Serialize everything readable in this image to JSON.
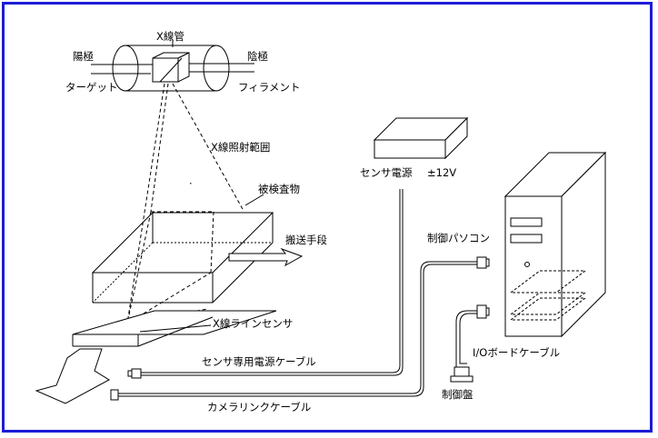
{
  "labels": {
    "xray_tube": "X線管",
    "anode": "陽極",
    "cathode": "陰極",
    "target": "ターゲット",
    "filament": "フィラメント",
    "irradiation_range": "X線照射範囲",
    "inspected_object": "被検査物",
    "conveyor": "搬送手段",
    "line_sensor": "X線ラインセンサ",
    "sensor_power_supply": "センサ電源",
    "voltage": "±12V",
    "control_pc": "制御パソコン",
    "io_board_cable": "I/Oボードケーブル",
    "control_panel": "制御盤",
    "sensor_power_cable": "センサ専用電源ケーブル",
    "camera_link_cable": "カメラリンクケーブル"
  },
  "colors": {
    "frame": "#1c1cd6",
    "line": "#000000",
    "background": "#ffffff"
  }
}
